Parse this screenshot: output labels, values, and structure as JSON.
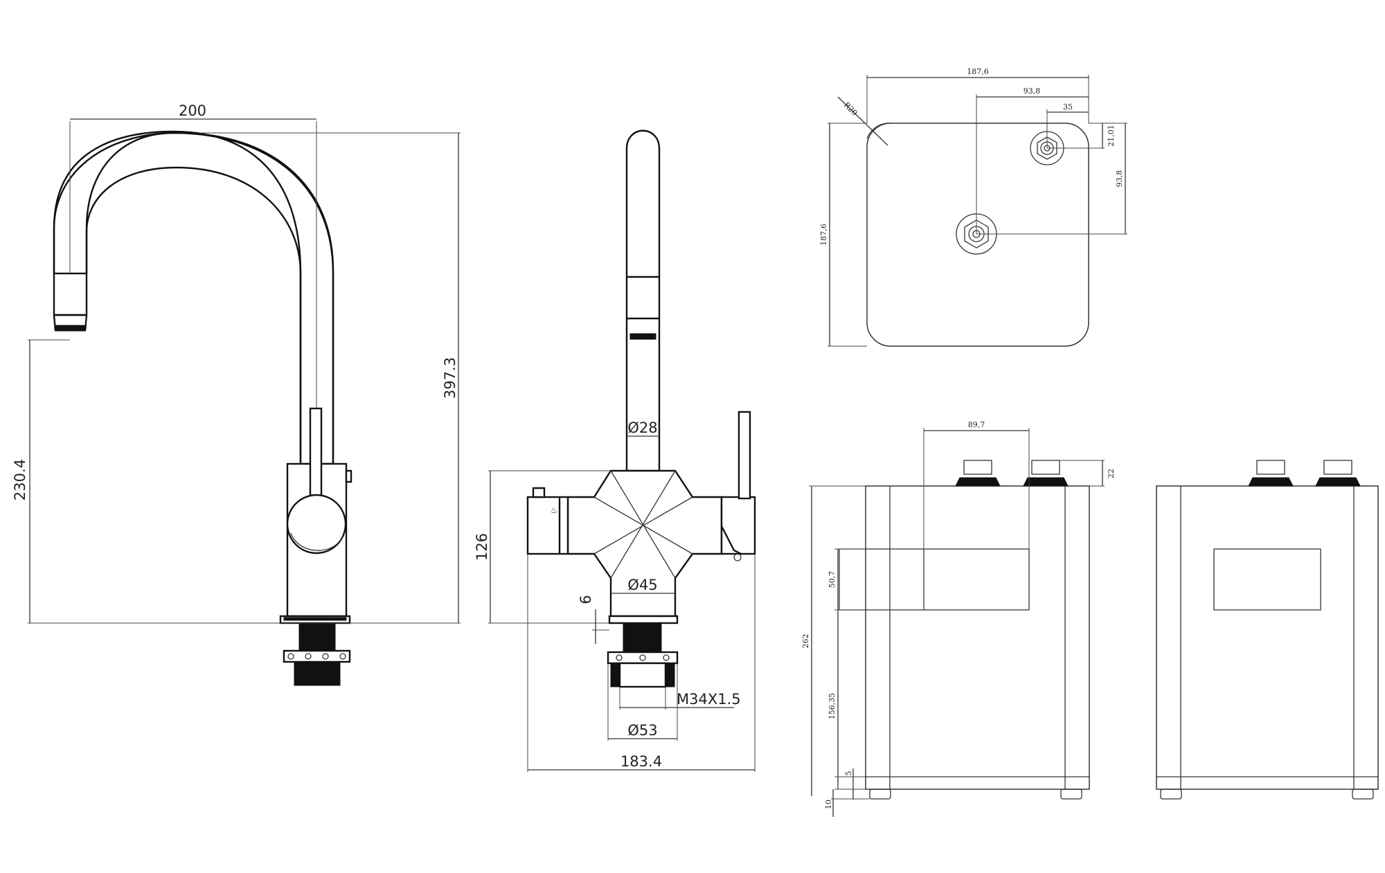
{
  "views": {
    "side_faucet": {
      "dims": {
        "width": "200",
        "height": "397.3",
        "spout_height": "230.4"
      }
    },
    "front_faucet": {
      "dims": {
        "pipe_diameter": "Ø28",
        "body_diameter": "Ø45",
        "body_height": "126",
        "gap": "6",
        "thread": "M34X1.5",
        "base_diameter": "Ø53",
        "width": "183.4"
      }
    },
    "tank_top": {
      "dims": {
        "width": "187,6",
        "center_offset": "93,8",
        "port_offset": "35",
        "radius": "R20",
        "port_y": "21,01",
        "depth_center": "93,8",
        "depth": "187,6"
      }
    },
    "tank_front": {
      "dims": {
        "panel_width": "89,7",
        "port_height": "22",
        "panel_height": "50,7",
        "height": "262",
        "panel_bottom": "156,35",
        "base_gap": "5",
        "foot_height": "10"
      }
    }
  },
  "colors": {
    "line": "#333333",
    "outline": "#111111",
    "fill_dark": "#111111",
    "background": "#ffffff"
  }
}
